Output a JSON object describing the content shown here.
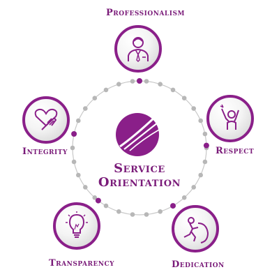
{
  "center": {
    "line1": "Service",
    "line2": "Orientation",
    "logo_icon": "swoosh-sphere-logo"
  },
  "nodes": [
    {
      "key": "professionalism",
      "label": "Professionalism",
      "icon": "businessman-icon"
    },
    {
      "key": "respect",
      "label": "Respect",
      "icon": "celebrating-person-icon"
    },
    {
      "key": "dedication",
      "label": "Dedication",
      "icon": "pushing-boulder-icon"
    },
    {
      "key": "transparency",
      "label": "Transparency",
      "icon": "lightbulb-icon"
    },
    {
      "key": "integrity",
      "label": "Integrity",
      "icon": "heart-in-hand-icon"
    }
  ],
  "colors": {
    "accent": "#8a1f89",
    "label": "#7a1b79",
    "dot": "#b7b7b7",
    "ring": "#c8c8c8"
  }
}
